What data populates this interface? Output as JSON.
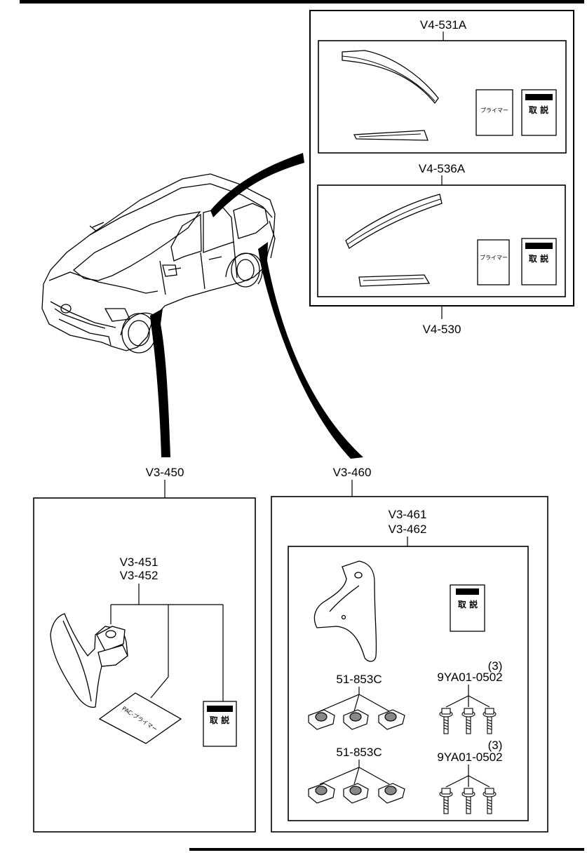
{
  "labels": {
    "v4_531a": "V4-531A",
    "v4_536a": "V4-536A",
    "v4_530": "V4-530",
    "v3_450": "V3-450",
    "v3_460": "V3-460",
    "v3_451": "V3-451",
    "v3_452": "V3-452",
    "v3_461": "V3-461",
    "v3_462": "V3-462",
    "clip_1": "51-853C",
    "clip_2": "51-853C",
    "bolt_1": "9YA01-0502",
    "bolt_2": "9YA01-0502",
    "qty_1": "(3)",
    "qty_2": "(3)"
  },
  "cards": {
    "primer": "プライマー",
    "manual": "取 説",
    "pac_primer": "PAC-プライマー"
  }
}
